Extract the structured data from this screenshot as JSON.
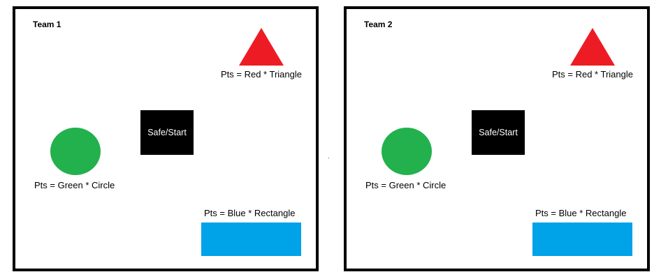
{
  "colors": {
    "red": "#ed1c24",
    "green": "#22b14c",
    "blue": "#00a2e8",
    "black": "#000000"
  },
  "panels": [
    {
      "title": "Team 1",
      "triangle_label": "Pts = Red * Triangle",
      "safe_label": "Safe/Start",
      "circle_label": "Pts = Green * Circle",
      "rectangle_label": "Pts = Blue * Rectangle"
    },
    {
      "title": "Team 2",
      "triangle_label": "Pts = Red * Triangle",
      "safe_label": "Safe/Start",
      "circle_label": "Pts = Green * Circle",
      "rectangle_label": "Pts = Blue * Rectangle"
    }
  ]
}
